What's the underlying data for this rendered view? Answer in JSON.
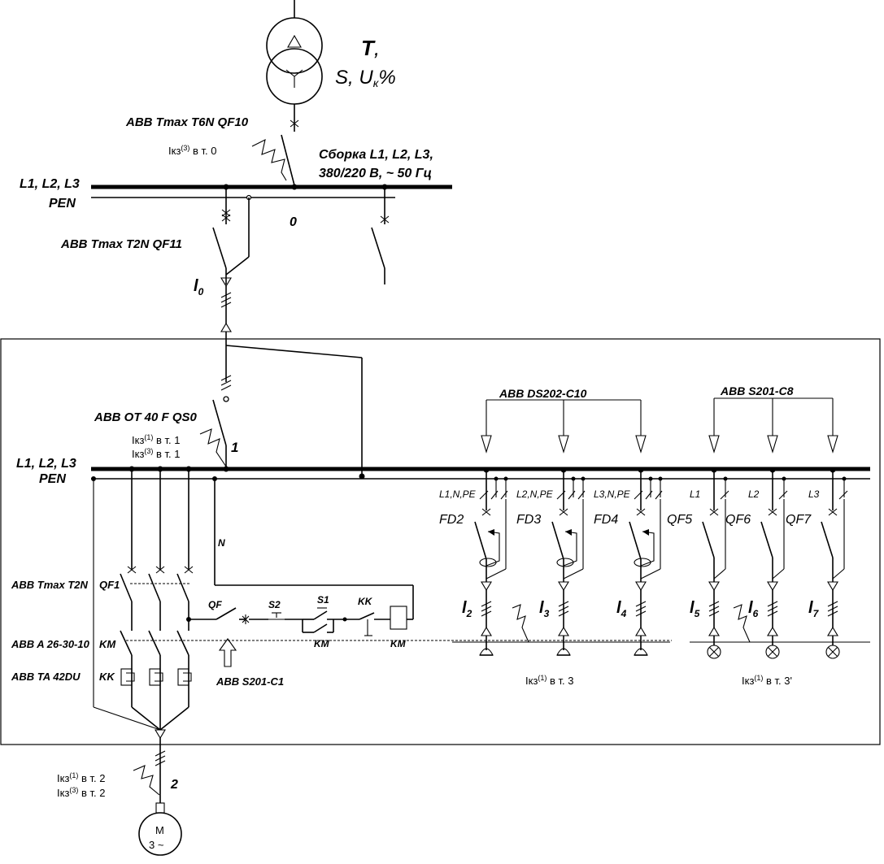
{
  "transformer": {
    "name": "T",
    "name_suffix": ",",
    "params_prefix": "S, U",
    "params_sub": "к",
    "params_suffix": "%"
  },
  "qf10_label": "ABB Tmax T6N QF10",
  "ikz_0": {
    "base": "Iкз",
    "sup": "(3)",
    "rest": " в т. 0"
  },
  "assembly": {
    "line1": "Сборка L1, L2, L3,",
    "line2": "380/220 В, ~ 50 Гц"
  },
  "bus_upper": {
    "phases": "L1, L2, L3",
    "pen": "PEN",
    "node": "0"
  },
  "qf11_label": "ABB Tmax T2N QF11",
  "cable_l0": {
    "main": "l",
    "sub": "0"
  },
  "qs0_label": "ABB OT 40 F QS0",
  "ikz_1a": {
    "base": "Iкз",
    "sup": "(1)",
    "rest": " в т. 1"
  },
  "ikz_1b": {
    "base": "Iкз",
    "sup": "(3)",
    "rest": " в т. 1"
  },
  "node_1": "1",
  "bus_lower": {
    "phases": "L1, L2, L3",
    "pen": "PEN"
  },
  "n_label": "N",
  "motor_panel": {
    "qf1_device": "ABB Tmax T2N",
    "qf1": "QF1",
    "km_device": "ABB A 26-30-10",
    "km": "KM",
    "kk_device": "ABB TA 42DU",
    "kk": "KK",
    "qf_label": "QF",
    "s2": "S2",
    "s1": "S1",
    "kk_contact": "KK",
    "km_contact": "KM",
    "km_coil": "KM",
    "s201c1": "ABB S201-C1"
  },
  "ds202_label": "ABB DS202-C10",
  "s201c8_label": "ABB S201-C8",
  "feeders": [
    {
      "phase": "L1,N,PE",
      "device": "FD2",
      "cable": "l",
      "cable_sub": "2"
    },
    {
      "phase": "L2,N,PE",
      "device": "FD3",
      "cable": "l",
      "cable_sub": "3"
    },
    {
      "phase": "L3,N,PE",
      "device": "FD4",
      "cable": "l",
      "cable_sub": "4"
    },
    {
      "phase": "L1",
      "device": "QF5",
      "cable": "l",
      "cable_sub": "5"
    },
    {
      "phase": "L2",
      "device": "QF6",
      "cable": "l",
      "cable_sub": "6"
    },
    {
      "phase": "L3",
      "device": "QF7",
      "cable": "l",
      "cable_sub": "7"
    }
  ],
  "ikz_3": {
    "base": "Iкз",
    "sup": "(1)",
    "rest": " в т. 3"
  },
  "ikz_3p": {
    "base": "Iкз",
    "sup": "(1)",
    "rest": " в т. 3'"
  },
  "ikz_2a": {
    "base": "Iкз",
    "sup": "(1)",
    "rest": " в т. 2"
  },
  "ikz_2b": {
    "base": "Iкз",
    "sup": "(3)",
    "rest": " в т. 2"
  },
  "node_2": "2",
  "motor": {
    "letter": "M",
    "phase": "3 ~"
  }
}
